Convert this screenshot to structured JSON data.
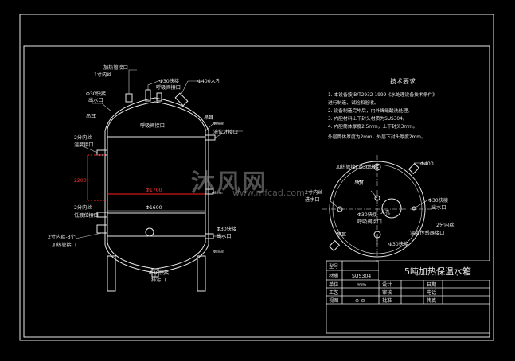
{
  "drawing": {
    "front_labels": {
      "inlet_1": "1寸内丝",
      "inlet_2": "加热管接口",
      "dn_spray": "Φ30快接",
      "spray_port": "出水口",
      "breath": "Φ30快接",
      "breath2": "呼吸阀接口",
      "manhole": "Φ400人孔",
      "lug": "吊耳",
      "lug2": "吊耳",
      "lug_size": "Φ8mm",
      "level": "呼吸阀接口",
      "temp": "液位计接口",
      "two_inch_a": "2分内丝",
      "temp_gauge": "温度接口",
      "height_dim": "2200",
      "dia_dim": "Φ1700",
      "inner_dia": "Φ1600",
      "lug_size2": "Φ8mm",
      "two_inch_b": "2分内丝",
      "low_level": "低液位接口",
      "two_inch_c": "2寸内丝-3个",
      "heater": "加热管接口",
      "out_dn": "Φ30快接",
      "out_port": "出水口",
      "lug_size3": "Φ8mm",
      "drain_dn": "Φ30快接",
      "drain": "排污口"
    },
    "tech": {
      "title": "技术要求",
      "lines": [
        "1. 本设备按JB/T2932-1999《水处理设备技术条件》",
        "   进行制造、试验和验收。",
        "2. 设备制造完毕后，内外焊缝酸洗处理。",
        "3. 内胆材料上下封头材质为SUS304。",
        "4. 内胆筒体厚度2.5mm，上下封头3mm。",
        "外层筒体厚度为2mm，外层下封头厚度2mm。"
      ]
    },
    "top_labels": {
      "heater": "加热管接口",
      "dn": "Φ30快接",
      "lug": "吊耳",
      "dn_right": "Φ400",
      "in_left": "2寸内丝",
      "in_left2": "进水口",
      "center_a": "Φ30快接",
      "center_b": "呼吸阀接口",
      "manhole": "人孔",
      "r_dn": "Φ30快接",
      "r_out": "出水口",
      "r_two": "2分内丝",
      "r_temp": "温度传感器接口",
      "lug2": "吊耳",
      "b_dn": "Φ30快接"
    },
    "title_block": {
      "title": "5吨加热保温水箱",
      "rows": [
        [
          "型号",
          ""
        ],
        [
          "材质",
          "SUS304"
        ],
        [
          "单位",
          "mm"
        ],
        [
          "工艺",
          ""
        ],
        [
          "视图",
          "⊕-⊖"
        ]
      ],
      "mid_labels": [
        "设计",
        "审核",
        "批准"
      ],
      "right_labels": [
        "日期",
        "电话",
        "传真"
      ]
    },
    "watermark": {
      "text": "沐风网",
      "url": "www.mfcad.com"
    }
  }
}
